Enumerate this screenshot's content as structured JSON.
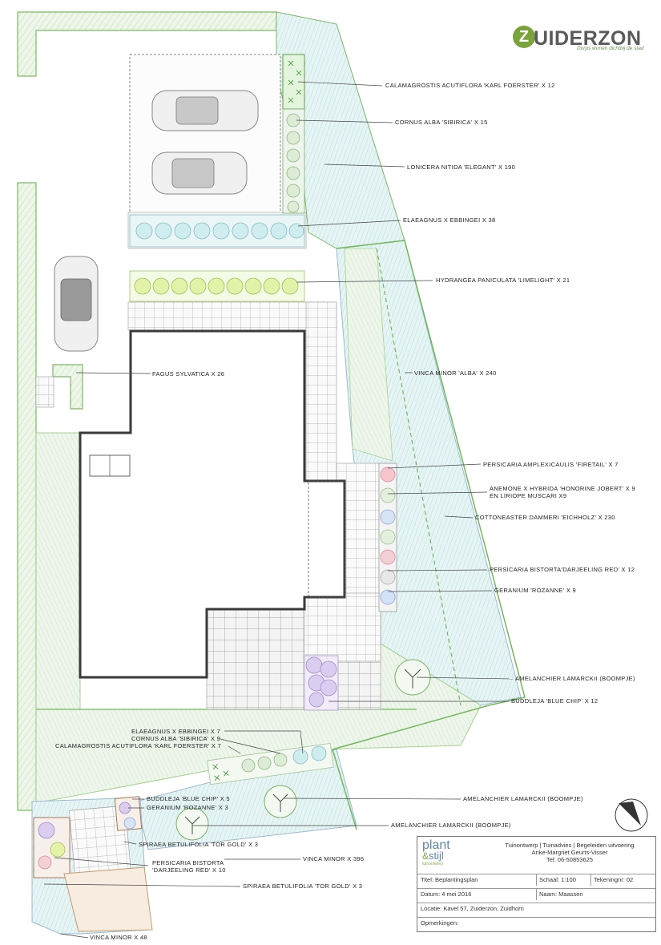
{
  "logo": {
    "initial": "Z",
    "name": "UIDERZON",
    "tagline": "Dorps wonen dichtbij de stad"
  },
  "labels": [
    {
      "id": "calamagrostis-1",
      "text": "CALAMAGROSTIS ACUTIFLORA 'KARL FOERSTER' X 12"
    },
    {
      "id": "cornus-1",
      "text": "CORNUS ALBA 'SIBIRICA' X 15"
    },
    {
      "id": "lonicera",
      "text": "LONICERA NITIDA 'ELEGANT' X 190"
    },
    {
      "id": "elaeagnus-1",
      "text": "ELAEAGNUS X EBBINGEI X 38"
    },
    {
      "id": "hydrangea",
      "text": "HYDRANGEA PANICULATA 'LIMELIGHT' X 21"
    },
    {
      "id": "fagus",
      "text": "FAGUS SYLVATICA X 26"
    },
    {
      "id": "vinca-alba",
      "text": "VINCA MINOR 'ALBA' X 240"
    },
    {
      "id": "persicaria-firetail",
      "text": "PERSICARIA AMPLEXICAULIS 'FIRETAIL' X 7"
    },
    {
      "id": "anemone",
      "text": "ANEMONE X HYBRIDA 'HONORINE JOBERT' X 9 EN LIRIOPE MUSCARI X9"
    },
    {
      "id": "cotoneaster",
      "text": "COTTONEASTER DAMMERI 'EICHHOLZ' X 230"
    },
    {
      "id": "persicaria-darjeeling-1",
      "text": "PERSICARIA BISTORTA'DARJEELING RED' X 12"
    },
    {
      "id": "geranium-1",
      "text": "GERANIUM 'ROZANNE'  X 9"
    },
    {
      "id": "amelanchier-1",
      "text": "AMELANCHIER LAMARCKII (BOOMPJE)"
    },
    {
      "id": "buddleja-1",
      "text": "BUDDLEJA 'BLUE CHIP' X 12"
    },
    {
      "id": "elaeagnus-2",
      "text": "ELAEAGNUS X EBBINGEI X 7"
    },
    {
      "id": "cornus-2",
      "text": "CORNUS ALBA 'SIBIRICA' X 9"
    },
    {
      "id": "calamagrostis-2",
      "text": "CALAMAGROSTIS ACUTIFLORA 'KARL FOERSTER' X 7"
    },
    {
      "id": "amelanchier-2",
      "text": "AMELANCHIER LAMARCKII (BOOMPJE)"
    },
    {
      "id": "buddleja-2",
      "text": "BUDDLEJA 'BLUE CHIP' X 5"
    },
    {
      "id": "geranium-2",
      "text": "GERANIUM 'ROZANNE'  X 3"
    },
    {
      "id": "amelanchier-3",
      "text": "AMELANCHIER LAMARCKII (BOOMPJE)"
    },
    {
      "id": "spiraea-1",
      "text": "SPIRAEA BETULIFOLIA 'TOR GOLD' X 3"
    },
    {
      "id": "vinca-396",
      "text": "VINCA MINOR X 396"
    },
    {
      "id": "persicaria-darjeeling-2",
      "text": "PERSICARIA BISTORTA 'DARJEELING RED' X 10"
    },
    {
      "id": "spiraea-2",
      "text": "SPIRAEA BETULIFOLIA 'TOR GOLD' X 3"
    },
    {
      "id": "vinca-48",
      "text": "VINCA MINOR X 48"
    }
  ],
  "title_block": {
    "brand_plant": "plant",
    "brand_amp": "&",
    "brand_stijl": "stijl",
    "brand_sub": "tuinontwerp",
    "services": "Tuinontwerp  |  Tuinadvies  |  Begeleiden uitvoering",
    "designer": "Anke-Margriet Geurts-Visser",
    "phone": "Tel: 06-50853625",
    "title": "Titel: Beplantingsplan",
    "scale": "Schaal: 1:100",
    "drawing_no": "Tekeningnr: 02",
    "date": "Datum: 4 mei 2016",
    "name": "Naam: Maassen",
    "location": "Locatie: Kavel 57, Zuiderzon, Zuidhorn",
    "remarks": "Opmerkingen:"
  },
  "colors": {
    "hedge": "#d7ecc9",
    "lawn": "#e8f3e6",
    "groundcover": "#dcefef",
    "paving": "#8c8c8c",
    "house_wall": "#3a3a3a",
    "green_line": "#72b85a",
    "blue_line": "#9fb8d6"
  }
}
